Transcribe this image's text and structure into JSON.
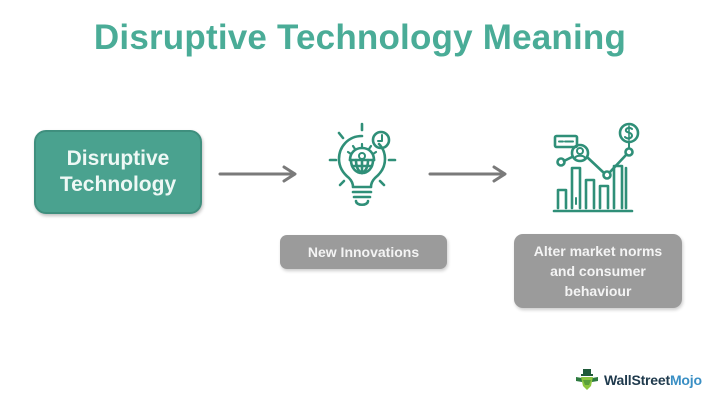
{
  "title": "Disruptive Technology Meaning",
  "colors": {
    "accent": "#4aac97",
    "box_main": "#4aa28f",
    "box_grey": "#9b9b9b",
    "arrow": "#7a7a7a",
    "icon_stroke": "#2f8f78"
  },
  "diagram": {
    "nodes": [
      {
        "id": "disruptive-technology",
        "label_line1": "Disruptive",
        "label_line2": "Technology"
      },
      {
        "id": "new-innovations",
        "icon": "lightbulb-gear-globe-clock-icon",
        "label": "New Innovations"
      },
      {
        "id": "alter-market",
        "icon": "market-chart-dollar-icon",
        "label_line1": "Alter market norms",
        "label_line2": "and consumer",
        "label_line3": "behaviour"
      }
    ],
    "edges": [
      {
        "from": "disruptive-technology",
        "to": "new-innovations",
        "icon": "arrow-right-icon"
      },
      {
        "from": "new-innovations",
        "to": "alter-market",
        "icon": "arrow-right-icon"
      }
    ]
  },
  "logo": {
    "part1": "WallStreet",
    "part2": "Mojo"
  }
}
